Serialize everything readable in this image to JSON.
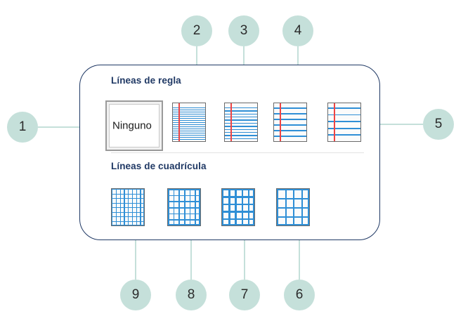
{
  "panel": {
    "border_color": "#1f3864",
    "background": "#ffffff",
    "sections": [
      {
        "id": "rule",
        "heading": "Líneas de regla"
      },
      {
        "id": "grid",
        "heading": "Líneas de cuadrícula"
      }
    ]
  },
  "rule_options": [
    {
      "key": "none",
      "label": "Ninguno",
      "selected": true,
      "callout": "1",
      "margin_line": false,
      "line_count": 0,
      "line_color": "",
      "margin_color": ""
    },
    {
      "key": "narrow-ruled",
      "label": "",
      "selected": false,
      "callout": "2",
      "margin_line": true,
      "line_count": 16,
      "line_color": "#2f8fd6",
      "margin_color": "#ef4444"
    },
    {
      "key": "college-ruled",
      "label": "",
      "selected": false,
      "callout": "3",
      "margin_line": true,
      "line_count": 11,
      "line_color": "#2f8fd6",
      "margin_color": "#ef4444"
    },
    {
      "key": "wide-ruled",
      "label": "",
      "selected": false,
      "callout": "4",
      "margin_line": true,
      "line_count": 6,
      "line_color": "#2f8fd6",
      "margin_color": "#ef4444"
    },
    {
      "key": "extra-wide-ruled",
      "label": "",
      "selected": false,
      "callout": "5",
      "margin_line": true,
      "line_count": 5,
      "line_color": "#2f8fd6",
      "margin_color": "#ef4444"
    }
  ],
  "grid_options": [
    {
      "key": "grid-small",
      "callout": "9",
      "cells": 8,
      "line_color": "#2f8fd6"
    },
    {
      "key": "grid-medium",
      "callout": "8",
      "cells": 6,
      "line_color": "#2f8fd6"
    },
    {
      "key": "grid-large",
      "callout": "7",
      "cells": 5,
      "line_color": "#2f8fd6"
    },
    {
      "key": "grid-extra-large",
      "callout": "6",
      "cells": 4,
      "line_color": "#2f8fd6"
    }
  ],
  "callouts": {
    "accent_color": "#c5e0da",
    "items": [
      {
        "number": "1",
        "direction": "right",
        "target": "none"
      },
      {
        "number": "2",
        "direction": "down",
        "target": "narrow-ruled"
      },
      {
        "number": "3",
        "direction": "down",
        "target": "college-ruled"
      },
      {
        "number": "4",
        "direction": "down",
        "target": "wide-ruled"
      },
      {
        "number": "5",
        "direction": "left",
        "target": "extra-wide-ruled"
      },
      {
        "number": "6",
        "direction": "up",
        "target": "grid-extra-large"
      },
      {
        "number": "7",
        "direction": "up",
        "target": "grid-large"
      },
      {
        "number": "8",
        "direction": "up",
        "target": "grid-medium"
      },
      {
        "number": "9",
        "direction": "up",
        "target": "grid-small"
      }
    ]
  }
}
